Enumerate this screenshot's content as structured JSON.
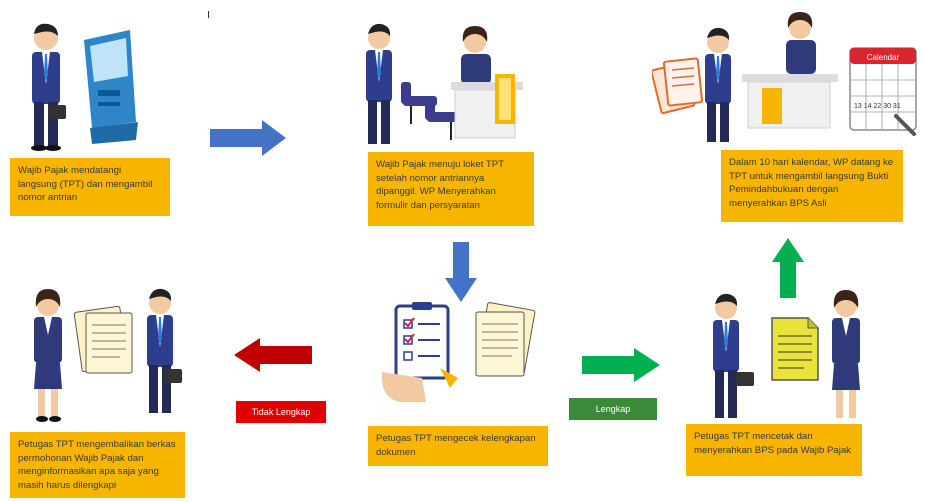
{
  "steps": [
    {
      "text": "Wajib Pajak mendatangi langsung (TPT) dan mengambil nomor antrian"
    },
    {
      "text": "Wajib Pajak menuju loket TPT setelah nomor antriannya dipanggil. WP Menyerahkan formulir dan persyaratan"
    },
    {
      "text": "Dalam 10  hari kalendar, WP datang ke TPT untuk mengambil langsung Bukti Pemindahbukuan dengan menyerahkan BPS Asli"
    },
    {
      "text": "Petugas TPT mengembalikan berkas permohonan Wajib Pajak dan menginformasikan apa saja yang masih harus dilengkapi"
    },
    {
      "text": "Petugas TPT mengecek kelengkapan dokumen"
    },
    {
      "text": "Petugas TPT mencetak dan menyerahkan BPS pada Wajib Pajak"
    }
  ],
  "labels": {
    "incomplete": "Tidak Lengkap",
    "complete": "Lengkap"
  },
  "calendar": {
    "title": "Calendar",
    "numbers": "13 14 22 30 31"
  },
  "colors": {
    "box": "#f7b500",
    "arrow_blue": "#4472c4",
    "arrow_red": "#c00000",
    "arrow_green": "#00b050",
    "label_red": "#e00000",
    "label_green": "#3a8a3a"
  }
}
